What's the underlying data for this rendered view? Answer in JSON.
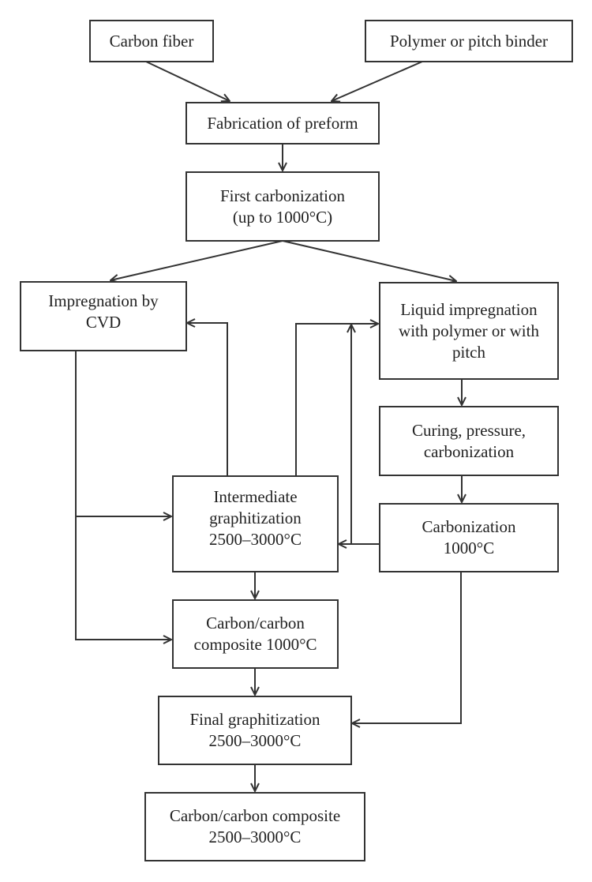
{
  "diagram": {
    "type": "flowchart",
    "nodes": {
      "carbon_fiber": {
        "lines": [
          "Carbon fiber"
        ]
      },
      "binder": {
        "lines": [
          "Polymer or pitch binder"
        ]
      },
      "fabrication": {
        "lines": [
          "Fabrication of preform"
        ]
      },
      "first_carbonization": {
        "lines": [
          "First carbonization",
          "(up to 1000°C)"
        ]
      },
      "cvd": {
        "lines": [
          "Impregnation by",
          "CVD"
        ]
      },
      "liquid": {
        "lines": [
          "Liquid impregnation",
          "with polymer or with",
          "pitch"
        ]
      },
      "curing": {
        "lines": [
          "Curing, pressure,",
          "carbonization"
        ]
      },
      "intermediate": {
        "lines": [
          "Intermediate",
          "graphitization",
          "2500–3000°C"
        ]
      },
      "carbonization": {
        "lines": [
          "Carbonization",
          "1000°C"
        ]
      },
      "cc_1000": {
        "lines": [
          "Carbon/carbon",
          "composite 1000°C"
        ]
      },
      "final_graph": {
        "lines": [
          "Final graphitization",
          "2500–3000°C"
        ]
      },
      "cc_final": {
        "lines": [
          "Carbon/carbon composite",
          "2500–3000°C"
        ]
      }
    },
    "edges": [
      {
        "from": "carbon_fiber",
        "to": "fabrication"
      },
      {
        "from": "binder",
        "to": "fabrication"
      },
      {
        "from": "fabrication",
        "to": "first_carbonization"
      },
      {
        "from": "first_carbonization",
        "to": "cvd"
      },
      {
        "from": "first_carbonization",
        "to": "liquid"
      },
      {
        "from": "liquid",
        "to": "curing"
      },
      {
        "from": "curing",
        "to": "carbonization"
      },
      {
        "from": "cvd",
        "to": "intermediate"
      },
      {
        "from": "cvd",
        "to": "cc_1000"
      },
      {
        "from": "intermediate",
        "to": "cvd"
      },
      {
        "from": "intermediate",
        "to": "liquid"
      },
      {
        "from": "carbonization",
        "to": "intermediate"
      },
      {
        "from": "carbonization",
        "to": "liquid"
      },
      {
        "from": "intermediate",
        "to": "cc_1000"
      },
      {
        "from": "cc_1000",
        "to": "final_graph"
      },
      {
        "from": "carbonization",
        "to": "final_graph"
      },
      {
        "from": "final_graph",
        "to": "cc_final"
      }
    ]
  }
}
